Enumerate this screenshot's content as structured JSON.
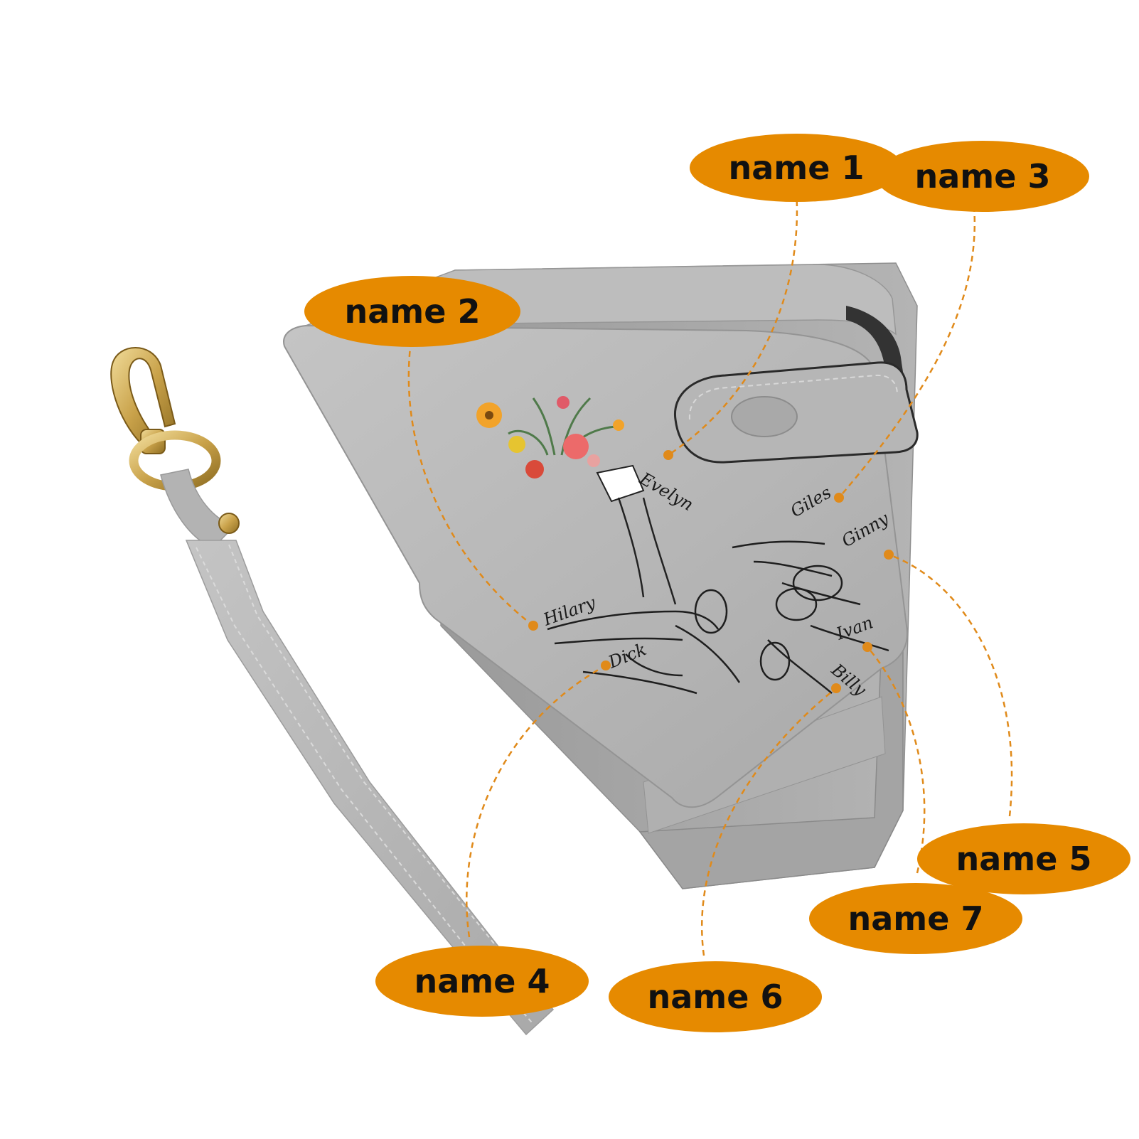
{
  "colors": {
    "background": "#ffffff",
    "label_fill": "#e68a00",
    "label_text": "#111111",
    "leather": "#b9b9b9",
    "leader_line": "#e08a1a"
  },
  "callouts": [
    {
      "id": "n1",
      "label": "name 1"
    },
    {
      "id": "n2",
      "label": "name 2"
    },
    {
      "id": "n3",
      "label": "name 3"
    },
    {
      "id": "n4",
      "label": "name 4"
    },
    {
      "id": "n5",
      "label": "name 5"
    },
    {
      "id": "n6",
      "label": "name 6"
    },
    {
      "id": "n7",
      "label": "name 7"
    }
  ],
  "engraved_names": {
    "evelyn": "Evelyn",
    "giles": "Giles",
    "ginny": "Ginny",
    "hilary": "Hilary",
    "dick": "Dick",
    "ivan": "Ivan",
    "billy": "Billy"
  },
  "product": {
    "wallet": "grey suede trifold wallet with snap tab",
    "strap": "detachable grey wrist strap with gold clasp"
  }
}
